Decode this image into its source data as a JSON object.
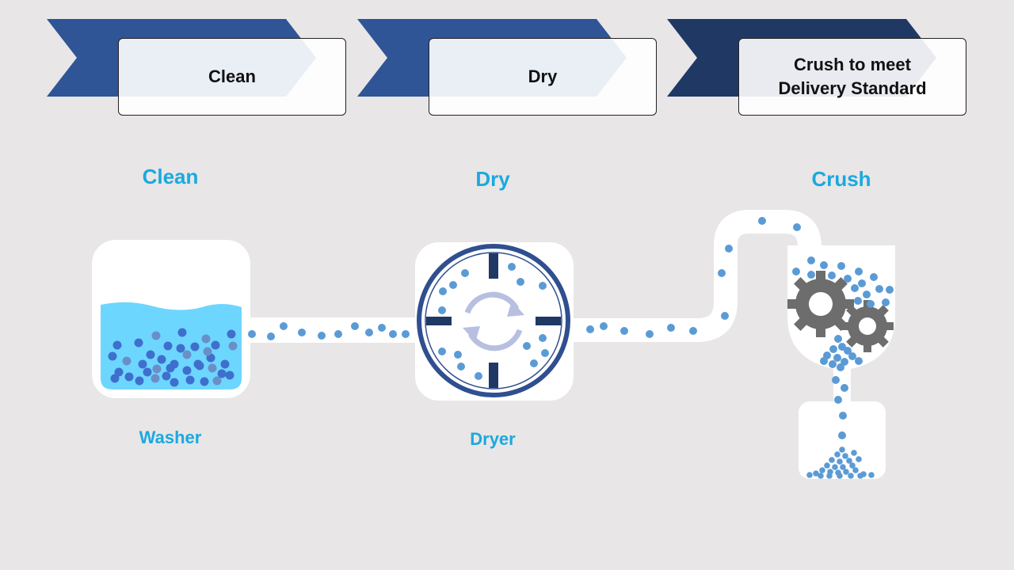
{
  "steps": [
    {
      "label": "Clean",
      "arrow_color": "#2f5596"
    },
    {
      "label": "Dry",
      "arrow_color": "#2f5596"
    },
    {
      "label_line1": "Crush to meet",
      "label_line2": "Delivery Standard",
      "arrow_color": "#203864"
    }
  ],
  "sections": {
    "clean_title": "Clean",
    "dry_title": "Dry",
    "crush_title": "Crush"
  },
  "devices": {
    "washer_label": "Washer",
    "dryer_label": "Dryer"
  },
  "colors": {
    "background": "#e8e6e7",
    "accent_text": "#1aa9df",
    "pellet": "#5b9bd5",
    "water": "#6dd6ff",
    "gear": "#6d6d6d",
    "dryer_ring": "#2f4f8f"
  }
}
